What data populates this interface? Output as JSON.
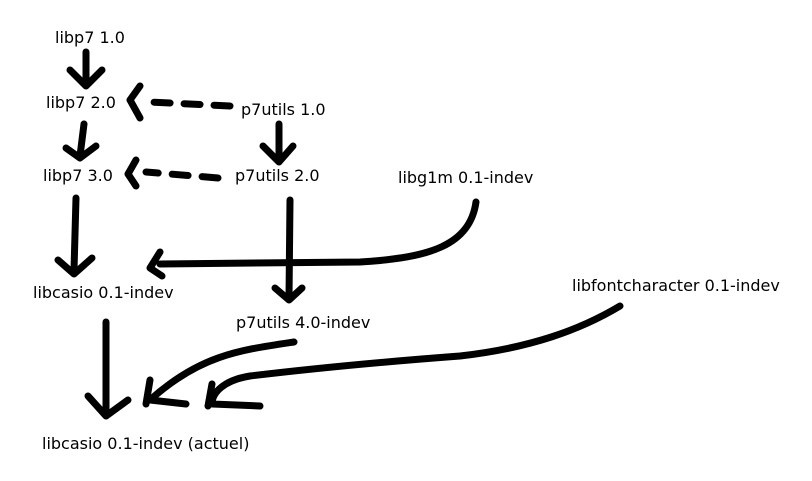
{
  "nodes": {
    "libp7_1": "libp7 1.0",
    "libp7_2": "libp7 2.0",
    "libp7_3": "libp7 3.0",
    "p7utils_1": "p7utils 1.0",
    "p7utils_2": "p7utils 2.0",
    "libg1m": "libg1m 0.1-indev",
    "libcasio_indev": "libcasio 0.1-indev",
    "p7utils_4": "p7utils 4.0-indev",
    "libfontcharacter": "libfontcharacter 0.1-indev",
    "libcasio_actuel": "libcasio 0.1-indev (actuel)"
  },
  "edges": [
    {
      "from": "libp7 1.0",
      "to": "libp7 2.0",
      "style": "solid"
    },
    {
      "from": "libp7 2.0",
      "to": "libp7 3.0",
      "style": "solid"
    },
    {
      "from": "p7utils 1.0",
      "to": "libp7 2.0",
      "style": "dashed"
    },
    {
      "from": "p7utils 1.0",
      "to": "p7utils 2.0",
      "style": "solid"
    },
    {
      "from": "p7utils 2.0",
      "to": "libp7 3.0",
      "style": "dashed"
    },
    {
      "from": "libp7 3.0",
      "to": "libcasio 0.1-indev",
      "style": "solid"
    },
    {
      "from": "libg1m 0.1-indev",
      "to": "libcasio 0.1-indev",
      "style": "solid"
    },
    {
      "from": "p7utils 2.0",
      "to": "p7utils 4.0-indev",
      "style": "solid"
    },
    {
      "from": "libcasio 0.1-indev",
      "to": "libcasio 0.1-indev (actuel)",
      "style": "solid"
    },
    {
      "from": "p7utils 4.0-indev",
      "to": "libcasio 0.1-indev (actuel)",
      "style": "solid"
    },
    {
      "from": "libfontcharacter 0.1-indev",
      "to": "libcasio 0.1-indev (actuel)",
      "style": "solid"
    }
  ],
  "colors": {
    "ink": "#000000",
    "background": "#ffffff"
  }
}
